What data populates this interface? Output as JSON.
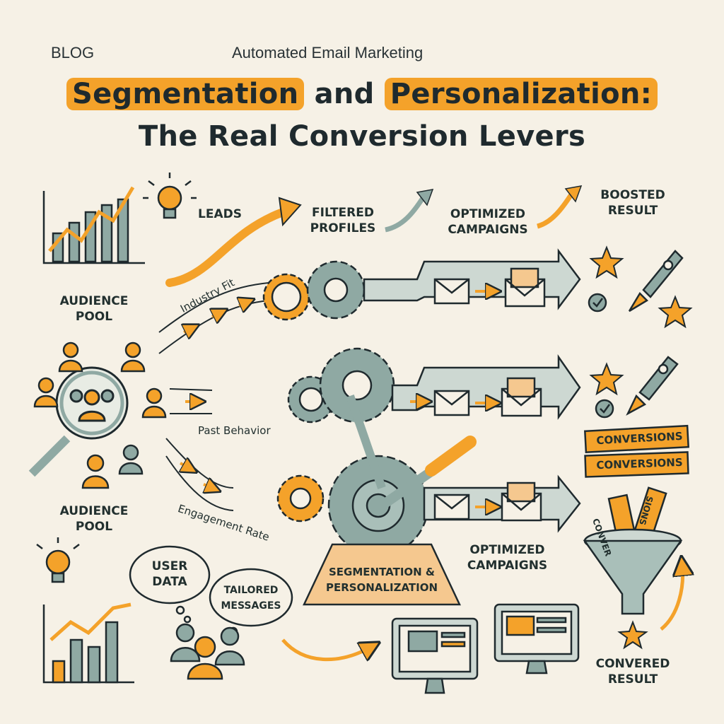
{
  "header": {
    "kicker_left": "BLOG",
    "kicker_center": "Automated Email Marketing",
    "title_hl1": "Segmentation",
    "title_mid": " and ",
    "title_hl2": "Personalization:",
    "title_line2": "The Real Conversion Levers"
  },
  "labels": {
    "leads": "LEADS",
    "filtered_profiles": "FILTERED PROFILES",
    "optimized_campaigns_top": "OPTIMIZED CAMPAIGNS",
    "boosted_result": "BOOSTED RESULT",
    "audience_pool_top": "AUDIENCE POOL",
    "audience_pool_bottom": "AUDIENCE POOL",
    "industry_fit": "Industry Fit",
    "past_behavior": "Past Behavior",
    "engagement_rate": "Engagement Rate",
    "conversions_1": "CONVERSIONS",
    "conversions_2": "CONVERSIONS",
    "funnel_ticket_1": "CONVER",
    "funnel_ticket_2": "SIONS",
    "optimized_campaigns_bottom": "OPTIMIZED CAMPAIGNS",
    "machine_label": "SEGMENTATION & PERSONALIZATION",
    "user_data": "USER DATA",
    "tailored_messages": "TAILORED MESSAGES",
    "convered_result": "CONVERED RESULT"
  },
  "colors": {
    "background": "#f6f1e6",
    "accent_orange": "#f4a22a",
    "sage": "#8fa9a3",
    "ink": "#1f2a2e"
  }
}
